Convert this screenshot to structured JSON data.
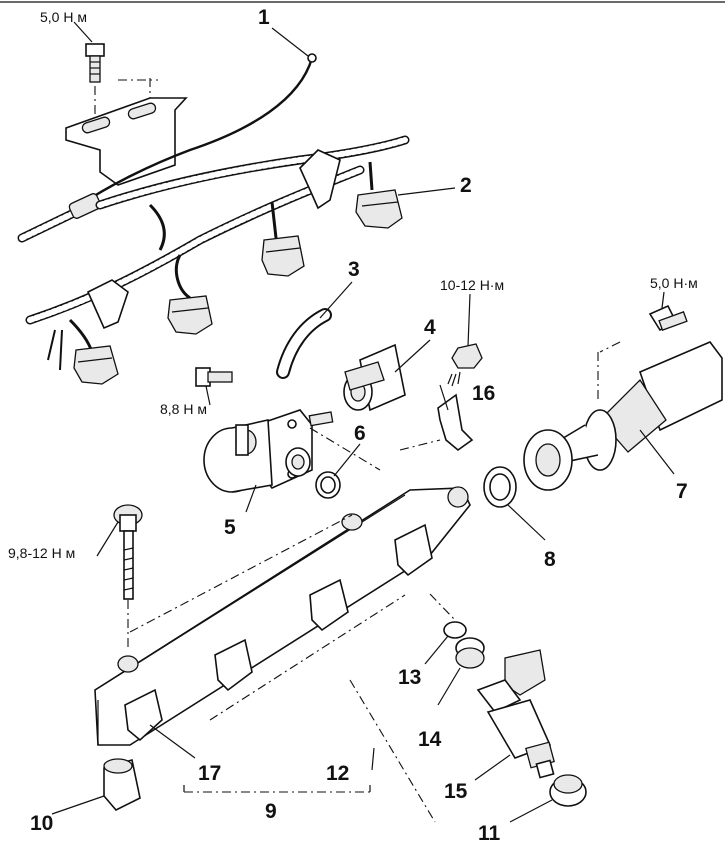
{
  "callouts": [
    "1",
    "2",
    "3",
    "4",
    "5",
    "6",
    "7",
    "8",
    "9",
    "10",
    "11",
    "12",
    "13",
    "14",
    "15",
    "16",
    "17"
  ],
  "torques": {
    "bracket_bolt": "5,0 Н м",
    "pump_nut": "10-12 Н·м",
    "hose_bolt": "5,0 Н·м",
    "regulator_bolt": "8,8 Н м",
    "rail_bolt": "9,8-12 Н м"
  }
}
